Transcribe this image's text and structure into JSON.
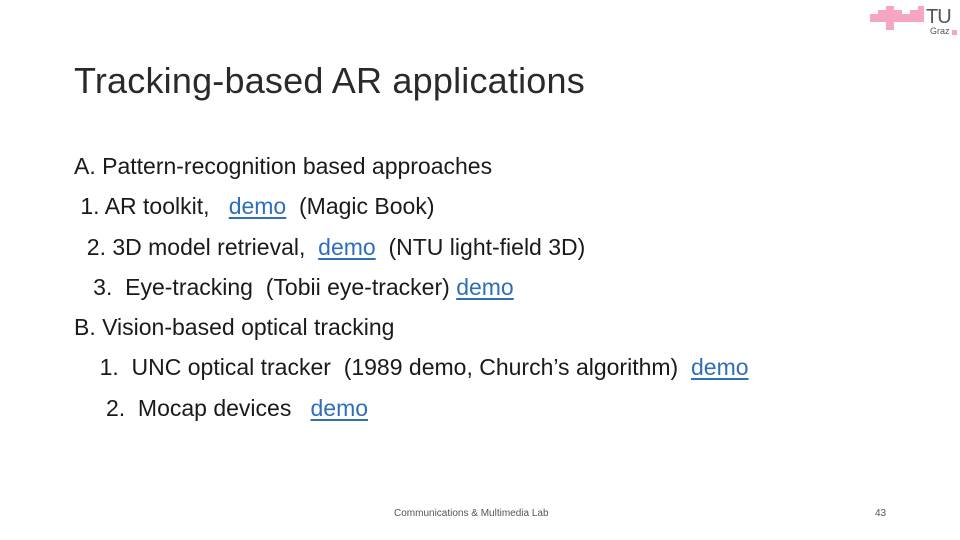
{
  "logo": {
    "icon": "tu-graz-logo",
    "text": "TU",
    "sub": "Graz",
    "color": "#f6a6c0"
  },
  "title": "Tracking-based AR applications",
  "lines": [
    {
      "indent": "",
      "pre": "A. Pattern-recognition based approaches",
      "link": "",
      "post": ""
    },
    {
      "indent": " ",
      "pre": "1. AR toolkit,   ",
      "link": "demo",
      "post": "  (Magic Book)"
    },
    {
      "indent": "  ",
      "pre": "2. 3D model retrieval,  ",
      "link": "demo",
      "post": "  (NTU light-field 3D)"
    },
    {
      "indent": "   ",
      "pre": "3.  Eye-tracking  (Tobii eye-tracker) ",
      "link": "demo",
      "post": ""
    },
    {
      "indent": "",
      "pre": "B. Vision-based optical tracking",
      "link": "",
      "post": ""
    },
    {
      "indent": "    ",
      "pre": "1.  UNC optical tracker  (1989 demo, Church’s algorithm)  ",
      "link": "demo",
      "post": ""
    },
    {
      "indent": "     ",
      "pre": "2.  Mocap devices   ",
      "link": "demo",
      "post": ""
    }
  ],
  "footer": {
    "center": "Communications & Multimedia Lab",
    "page": "43"
  },
  "colors": {
    "link": "#2f6fba",
    "logo_pink": "#f6a6c0"
  }
}
